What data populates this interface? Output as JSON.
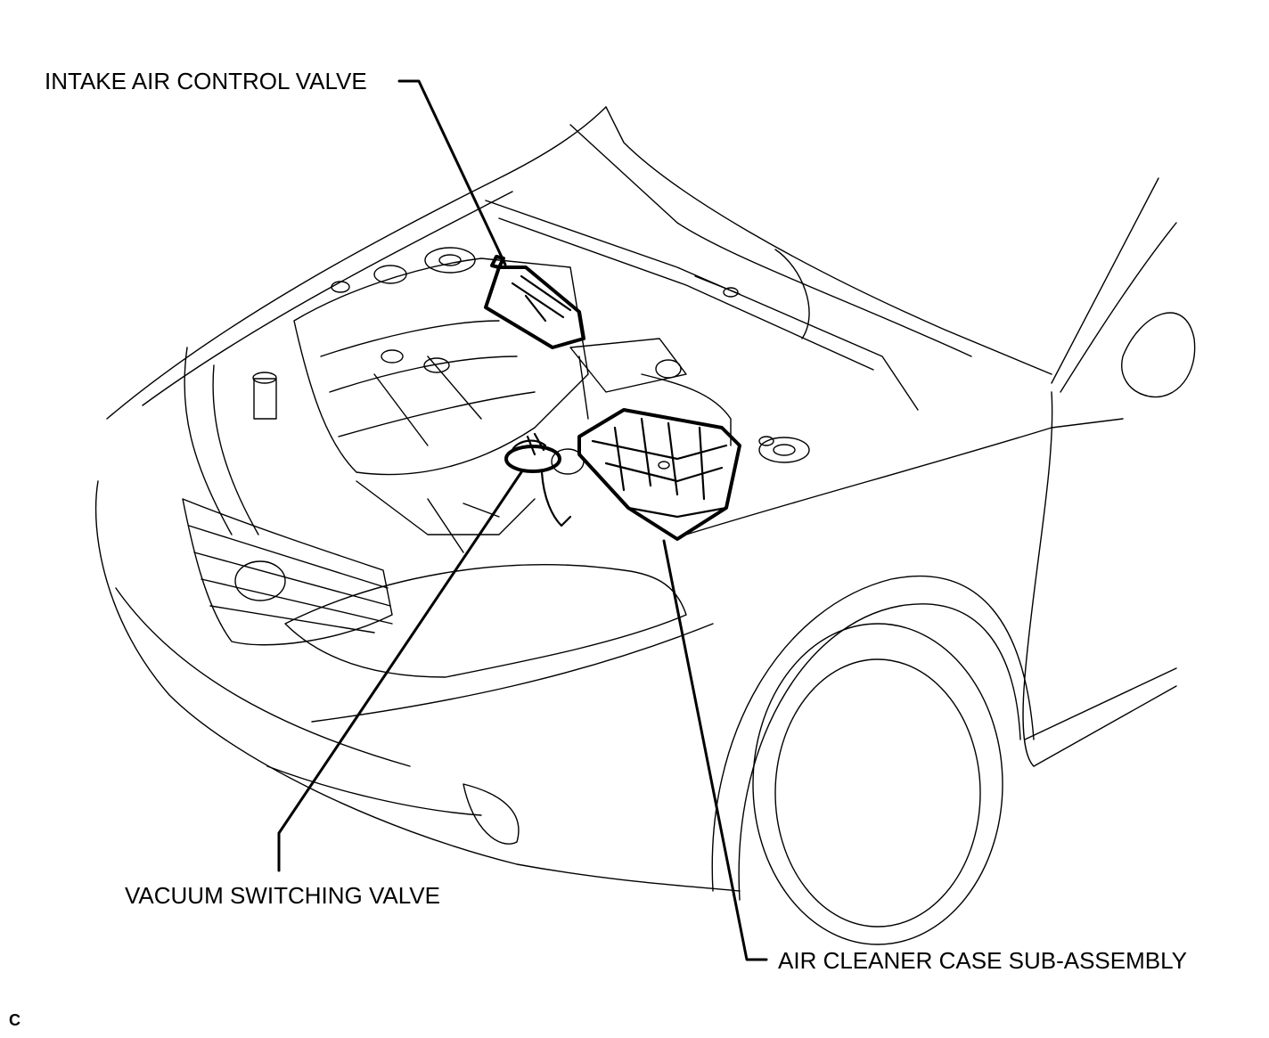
{
  "callouts": {
    "intake_air_control_valve": "INTAKE AIR CONTROL VALVE",
    "vacuum_switching_valve": "VACUUM SWITCHING VALVE",
    "air_cleaner_case": "AIR CLEANER CASE SUB-ASSEMBLY"
  },
  "corner_mark": "C"
}
